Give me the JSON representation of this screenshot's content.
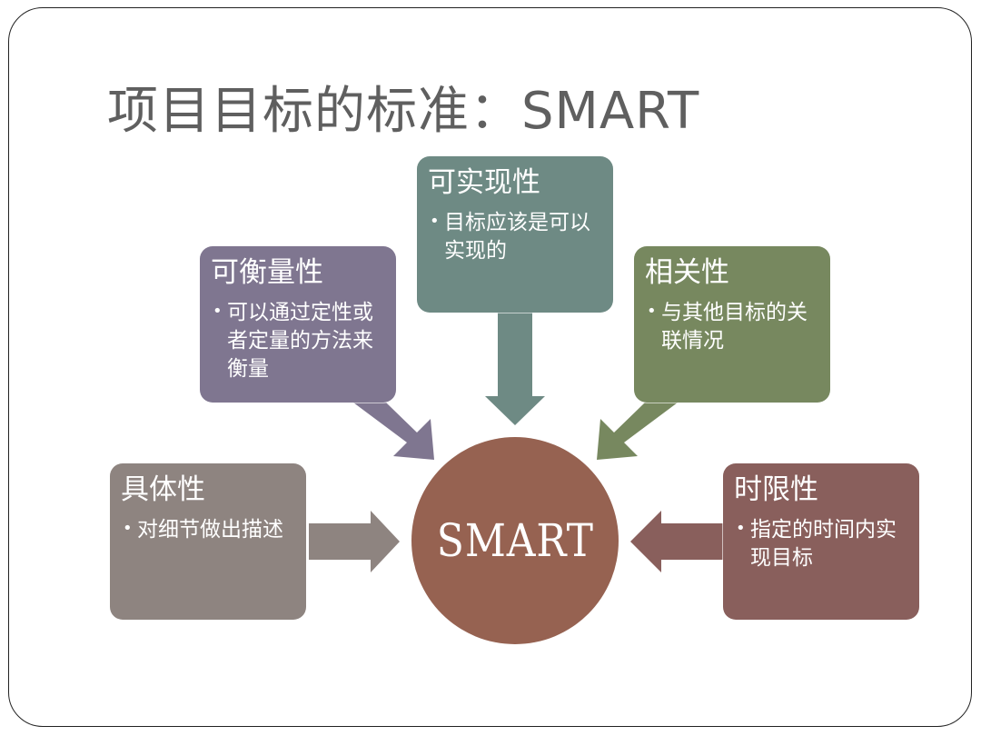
{
  "title": "项目目标的标准：SMART",
  "center": {
    "label": "SMART",
    "color": "#966251"
  },
  "boxes": {
    "measurable": {
      "heading": "可衡量性",
      "bullet": "可以通过定性或者定量的方法来衡量",
      "color": "#7f7690"
    },
    "achievable": {
      "heading": "可实现性",
      "bullet": "目标应该是可以实现的",
      "color": "#6e8a84"
    },
    "relevant": {
      "heading": "相关性",
      "bullet": "与其他目标的关联情况",
      "color": "#77885f"
    },
    "specific": {
      "heading": "具体性",
      "bullet": "对细节做出描述",
      "color": "#8e8480"
    },
    "timebound": {
      "heading": "时限性",
      "bullet": "指定的时间内实现目标",
      "color": "#895f5c"
    }
  }
}
